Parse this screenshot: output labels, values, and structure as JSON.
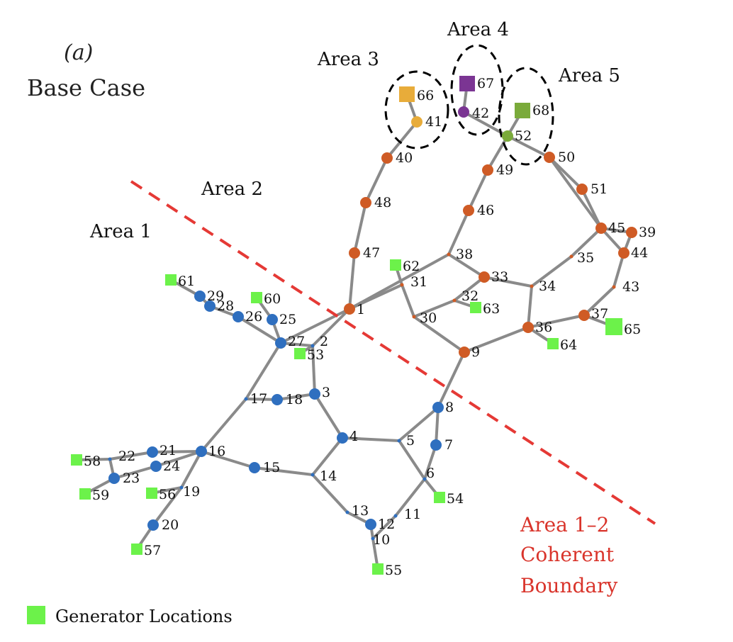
{
  "figure": {
    "panel_label": "(a)",
    "title": "Base Case"
  },
  "areas": [
    {
      "id": "area1",
      "label": "Area 1"
    },
    {
      "id": "area2",
      "label": "Area 2"
    },
    {
      "id": "area3",
      "label": "Area 3"
    },
    {
      "id": "area4",
      "label": "Area 4"
    },
    {
      "id": "area5",
      "label": "Area 5"
    }
  ],
  "boundary": {
    "lines": [
      "Area 1–2",
      "Coherent",
      "Boundary"
    ],
    "color": "#e53935"
  },
  "legend": {
    "label": "Generator Locations",
    "color": "#6cf24a"
  },
  "colors": {
    "area1": "#2f6fbf",
    "area2": "#cf5b25",
    "area3": "#e8ac3a",
    "area4": "#7b3593",
    "area5": "#7aaa3a",
    "generator": "#6cf24a",
    "edge": "#8a8a8a"
  },
  "nodes": [
    {
      "id": "1",
      "label": "1",
      "kind": "bus",
      "area": "area2"
    },
    {
      "id": "2",
      "label": "2",
      "kind": "junction",
      "area": "area1"
    },
    {
      "id": "3",
      "label": "3",
      "kind": "bus",
      "area": "area1"
    },
    {
      "id": "4",
      "label": "4",
      "kind": "bus",
      "area": "area1"
    },
    {
      "id": "5",
      "label": "5",
      "kind": "junction",
      "area": "area1"
    },
    {
      "id": "6",
      "label": "6",
      "kind": "junction",
      "area": "area1"
    },
    {
      "id": "7",
      "label": "7",
      "kind": "bus",
      "area": "area1"
    },
    {
      "id": "8",
      "label": "8",
      "kind": "bus",
      "area": "area1"
    },
    {
      "id": "9",
      "label": "9",
      "kind": "bus",
      "area": "area2"
    },
    {
      "id": "10",
      "label": "10",
      "kind": "junction",
      "area": "area1"
    },
    {
      "id": "11",
      "label": "11",
      "kind": "junction",
      "area": "area1"
    },
    {
      "id": "12",
      "label": "12",
      "kind": "bus",
      "area": "area1"
    },
    {
      "id": "13",
      "label": "13",
      "kind": "junction",
      "area": "area1"
    },
    {
      "id": "14",
      "label": "14",
      "kind": "junction",
      "area": "area1"
    },
    {
      "id": "15",
      "label": "15",
      "kind": "bus",
      "area": "area1"
    },
    {
      "id": "16",
      "label": "16",
      "kind": "bus",
      "area": "area1"
    },
    {
      "id": "17",
      "label": "17",
      "kind": "junction",
      "area": "area1"
    },
    {
      "id": "18",
      "label": "18",
      "kind": "bus",
      "area": "area1"
    },
    {
      "id": "19",
      "label": "19",
      "kind": "junction",
      "area": "area1"
    },
    {
      "id": "20",
      "label": "20",
      "kind": "bus",
      "area": "area1"
    },
    {
      "id": "21",
      "label": "21",
      "kind": "bus",
      "area": "area1"
    },
    {
      "id": "22",
      "label": "22",
      "kind": "junction",
      "area": "area1"
    },
    {
      "id": "23",
      "label": "23",
      "kind": "bus",
      "area": "area1"
    },
    {
      "id": "24",
      "label": "24",
      "kind": "bus",
      "area": "area1"
    },
    {
      "id": "25",
      "label": "25",
      "kind": "bus",
      "area": "area1"
    },
    {
      "id": "26",
      "label": "26",
      "kind": "bus",
      "area": "area1"
    },
    {
      "id": "27",
      "label": "27",
      "kind": "bus",
      "area": "area1"
    },
    {
      "id": "28",
      "label": "28",
      "kind": "bus",
      "area": "area1"
    },
    {
      "id": "29",
      "label": "29",
      "kind": "bus",
      "area": "area1"
    },
    {
      "id": "30",
      "label": "30",
      "kind": "junction",
      "area": "area2"
    },
    {
      "id": "31",
      "label": "31",
      "kind": "junction",
      "area": "area2"
    },
    {
      "id": "32",
      "label": "32",
      "kind": "junction",
      "area": "area2"
    },
    {
      "id": "33",
      "label": "33",
      "kind": "bus",
      "area": "area2"
    },
    {
      "id": "34",
      "label": "34",
      "kind": "junction",
      "area": "area2"
    },
    {
      "id": "35",
      "label": "35",
      "kind": "junction",
      "area": "area2"
    },
    {
      "id": "36",
      "label": "36",
      "kind": "bus",
      "area": "area2"
    },
    {
      "id": "37",
      "label": "37",
      "kind": "bus",
      "area": "area2"
    },
    {
      "id": "38",
      "label": "38",
      "kind": "junction",
      "area": "area2"
    },
    {
      "id": "39",
      "label": "39",
      "kind": "bus",
      "area": "area2"
    },
    {
      "id": "40",
      "label": "40",
      "kind": "bus",
      "area": "area2"
    },
    {
      "id": "41",
      "label": "41",
      "kind": "bus",
      "area": "area3"
    },
    {
      "id": "42",
      "label": "42",
      "kind": "bus",
      "area": "area4"
    },
    {
      "id": "43",
      "label": "43",
      "kind": "junction",
      "area": "area2"
    },
    {
      "id": "44",
      "label": "44",
      "kind": "bus",
      "area": "area2"
    },
    {
      "id": "45",
      "label": "45",
      "kind": "bus",
      "area": "area2"
    },
    {
      "id": "46",
      "label": "46",
      "kind": "bus",
      "area": "area2"
    },
    {
      "id": "47",
      "label": "47",
      "kind": "bus",
      "area": "area2"
    },
    {
      "id": "48",
      "label": "48",
      "kind": "bus",
      "area": "area2"
    },
    {
      "id": "49",
      "label": "49",
      "kind": "bus",
      "area": "area2"
    },
    {
      "id": "50",
      "label": "50",
      "kind": "bus",
      "area": "area2"
    },
    {
      "id": "51",
      "label": "51",
      "kind": "bus",
      "area": "area2"
    },
    {
      "id": "52",
      "label": "52",
      "kind": "bus",
      "area": "area5"
    },
    {
      "id": "53",
      "label": "53",
      "kind": "generator",
      "area": "area1"
    },
    {
      "id": "54",
      "label": "54",
      "kind": "generator",
      "area": "area1"
    },
    {
      "id": "55",
      "label": "55",
      "kind": "generator",
      "area": "area1"
    },
    {
      "id": "56",
      "label": "56",
      "kind": "generator",
      "area": "area1"
    },
    {
      "id": "57",
      "label": "57",
      "kind": "generator",
      "area": "area1"
    },
    {
      "id": "58",
      "label": "58",
      "kind": "generator",
      "area": "area1"
    },
    {
      "id": "59",
      "label": "59",
      "kind": "generator",
      "area": "area1"
    },
    {
      "id": "60",
      "label": "60",
      "kind": "generator",
      "area": "area1"
    },
    {
      "id": "61",
      "label": "61",
      "kind": "generator",
      "area": "area1"
    },
    {
      "id": "62",
      "label": "62",
      "kind": "generator",
      "area": "area2"
    },
    {
      "id": "63",
      "label": "63",
      "kind": "generator",
      "area": "area2"
    },
    {
      "id": "64",
      "label": "64",
      "kind": "generator",
      "area": "area2"
    },
    {
      "id": "65",
      "label": "65",
      "kind": "generator",
      "area": "area2"
    },
    {
      "id": "66",
      "label": "66",
      "kind": "generator",
      "area": "area3"
    },
    {
      "id": "67",
      "label": "67",
      "kind": "generator",
      "area": "area4"
    },
    {
      "id": "68",
      "label": "68",
      "kind": "generator",
      "area": "area5"
    }
  ],
  "edges": [
    [
      "1",
      "2"
    ],
    [
      "1",
      "27"
    ],
    [
      "1",
      "31"
    ],
    [
      "1",
      "47"
    ],
    [
      "47",
      "48"
    ],
    [
      "48",
      "40"
    ],
    [
      "40",
      "41"
    ],
    [
      "41",
      "66"
    ],
    [
      "42",
      "67"
    ],
    [
      "42",
      "52"
    ],
    [
      "52",
      "68"
    ],
    [
      "52",
      "49"
    ],
    [
      "52",
      "50"
    ],
    [
      "49",
      "46"
    ],
    [
      "46",
      "38"
    ],
    [
      "38",
      "1"
    ],
    [
      "38",
      "33"
    ],
    [
      "31",
      "30"
    ],
    [
      "30",
      "32"
    ],
    [
      "32",
      "33"
    ],
    [
      "32",
      "63"
    ],
    [
      "31",
      "62"
    ],
    [
      "30",
      "9"
    ],
    [
      "33",
      "34"
    ],
    [
      "34",
      "35"
    ],
    [
      "35",
      "45"
    ],
    [
      "45",
      "50"
    ],
    [
      "50",
      "51"
    ],
    [
      "51",
      "45"
    ],
    [
      "45",
      "39"
    ],
    [
      "39",
      "44"
    ],
    [
      "44",
      "45"
    ],
    [
      "44",
      "43"
    ],
    [
      "43",
      "37"
    ],
    [
      "37",
      "65"
    ],
    [
      "37",
      "36"
    ],
    [
      "34",
      "36"
    ],
    [
      "36",
      "64"
    ],
    [
      "36",
      "9"
    ],
    [
      "9",
      "8"
    ],
    [
      "8",
      "7"
    ],
    [
      "7",
      "6"
    ],
    [
      "6",
      "11"
    ],
    [
      "11",
      "10"
    ],
    [
      "10",
      "55"
    ],
    [
      "10",
      "12"
    ],
    [
      "12",
      "13"
    ],
    [
      "13",
      "14"
    ],
    [
      "6",
      "54"
    ],
    [
      "5",
      "6"
    ],
    [
      "5",
      "4"
    ],
    [
      "4",
      "3"
    ],
    [
      "4",
      "14"
    ],
    [
      "3",
      "18"
    ],
    [
      "18",
      "17"
    ],
    [
      "3",
      "2"
    ],
    [
      "2",
      "53"
    ],
    [
      "2",
      "27"
    ],
    [
      "27",
      "25"
    ],
    [
      "25",
      "60"
    ],
    [
      "27",
      "26"
    ],
    [
      "26",
      "28"
    ],
    [
      "28",
      "29"
    ],
    [
      "29",
      "61"
    ],
    [
      "27",
      "17"
    ],
    [
      "17",
      "16"
    ],
    [
      "16",
      "15"
    ],
    [
      "15",
      "14"
    ],
    [
      "16",
      "21"
    ],
    [
      "21",
      "22"
    ],
    [
      "22",
      "58"
    ],
    [
      "22",
      "23"
    ],
    [
      "23",
      "59"
    ],
    [
      "23",
      "24"
    ],
    [
      "24",
      "16"
    ],
    [
      "16",
      "19"
    ],
    [
      "19",
      "56"
    ],
    [
      "19",
      "20"
    ],
    [
      "20",
      "57"
    ],
    [
      "8",
      "5"
    ]
  ]
}
